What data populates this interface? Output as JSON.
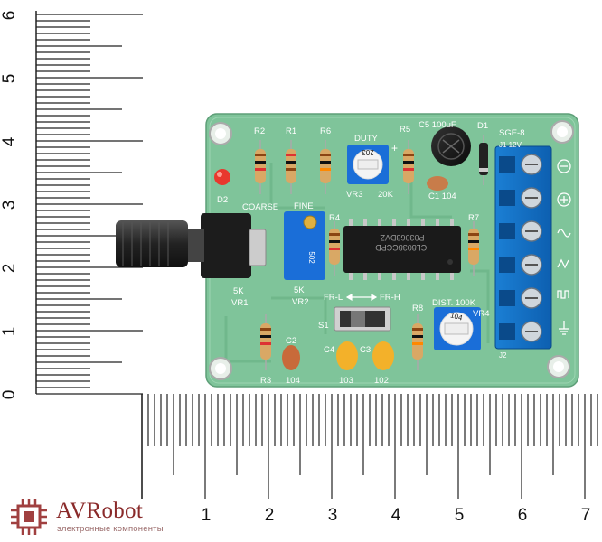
{
  "scene": {
    "ruler_left": {
      "unit": "cm",
      "labels": [
        "0",
        "1",
        "2",
        "3",
        "4",
        "5",
        "6"
      ]
    },
    "ruler_bottom": {
      "unit": "cm",
      "labels": [
        "1",
        "2",
        "3",
        "4",
        "5",
        "6",
        "7"
      ]
    },
    "board": {
      "title": "SGE-8",
      "j1_label": "J1 12V",
      "j2_label": "J2",
      "chip_text_1": "ICL8038CCPD",
      "chip_text_2": "P03068DVZ",
      "labels": {
        "r1": "R1",
        "r2": "R2",
        "r3": "R3",
        "r4": "R4",
        "r5": "R5",
        "r6": "R6",
        "r7": "R7",
        "r8": "R8",
        "c1": "C1 104",
        "c2": "C2",
        "c2_val": "104",
        "c3": "C3",
        "c3_val": "102",
        "c4": "C4",
        "c4_val": "103",
        "c5": "C5 100uF",
        "d1": "D1",
        "d2": "D2",
        "duty": "DUTY",
        "vr3": "VR3",
        "vr3_val": "20K",
        "plus": "+",
        "coarse": "COARSE",
        "fine": "FINE",
        "vr1": "VR1",
        "vr1_val": "5K",
        "vr2": "VR2",
        "vr2_val": "5K",
        "s1": "S1",
        "fr_l": "FR-L",
        "fr_h": "FR-H",
        "dist": "DIST. 100K",
        "vr4": "VR4",
        "trim_203": "203",
        "trim_104": "104",
        "trim_502": "502"
      }
    }
  },
  "logo": {
    "name": "AVRobot",
    "subtitle": "электронные компоненты",
    "color": "#8a2a2a"
  }
}
